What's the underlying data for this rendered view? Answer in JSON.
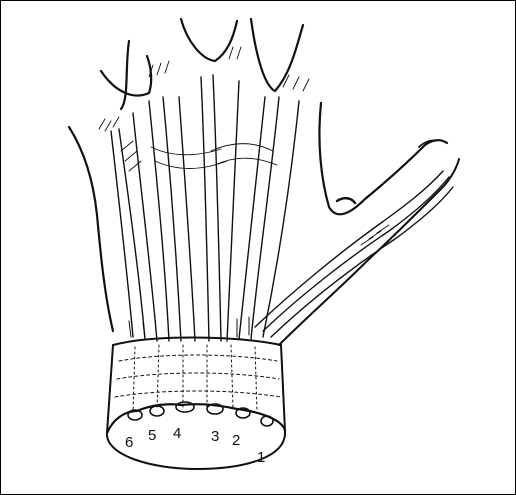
{
  "figure": {
    "compartment_labels": [
      "6",
      "5",
      "4",
      "3",
      "2",
      "1"
    ]
  }
}
